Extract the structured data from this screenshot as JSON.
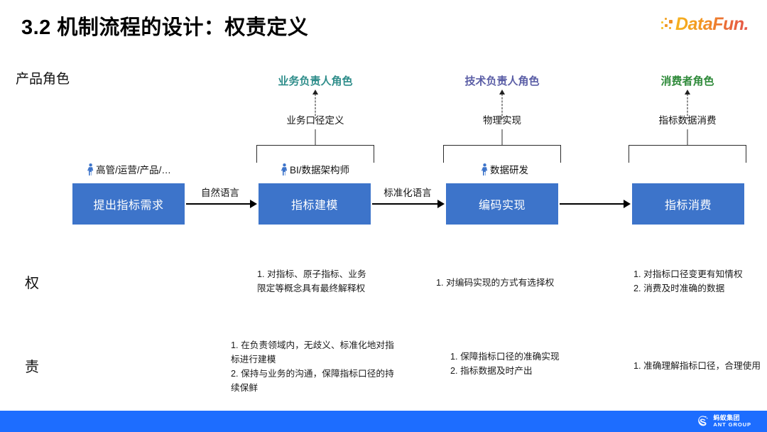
{
  "header": {
    "title": "3.2 机制流程的设计：权责定义",
    "logo_text": "DataFun.",
    "logo_icon": "datafun-dots-icon"
  },
  "row_labels": {
    "product_role": "产品角色",
    "authority": "权",
    "duty": "责"
  },
  "colors": {
    "box_blue": "#3d74ca",
    "footer_blue": "#1d6dff",
    "role_business": "#2e8d8a",
    "role_tech": "#5b5ea6",
    "role_consumer": "#2f8a3a",
    "person_icon": "#3d74ca"
  },
  "roles": [
    {
      "label": "业务负责人角色",
      "color": "#2e8d8a"
    },
    {
      "label": "技术负责人角色",
      "color": "#5b5ea6"
    },
    {
      "label": "消费者角色",
      "color": "#2f8a3a"
    }
  ],
  "connector_labels": [
    "业务口径定义",
    "物理实现",
    "指标数据消费"
  ],
  "persons": [
    "高管/运营/产品/…",
    "BI/数据架构师",
    "数据研发"
  ],
  "process_boxes": [
    "提出指标需求",
    "指标建模",
    "编码实现",
    "指标消费"
  ],
  "flow_labels": [
    "自然语言",
    "标准化语言",
    ""
  ],
  "authority_notes": [
    {
      "column": 2,
      "items": [
        "对指标、原子指标、业务限定等概念具有最终解释权"
      ]
    },
    {
      "column": 3,
      "items": [
        "对编码实现的方式有选择权"
      ]
    },
    {
      "column": 4,
      "items": [
        "对指标口径变更有知情权",
        "消费及时准确的数据"
      ]
    }
  ],
  "duty_notes": [
    {
      "column": 2,
      "items": [
        "在负责领域内，无歧义、标准化地对指标进行建模",
        "保持与业务的沟通，保障指标口径的持续保鲜"
      ]
    },
    {
      "column": 3,
      "items": [
        "保障指标口径的准确实现",
        "指标数据及时产出"
      ]
    },
    {
      "column": 4,
      "items": [
        "准确理解指标口径，合理使用"
      ]
    }
  ],
  "authority_text": {
    "col2": "1. 对指标、原子指标、业务\n限定等概念具有最终解释权",
    "col3": "1. 对编码实现的方式有选择权",
    "col4": "1. 对指标口径变更有知情权\n2. 消费及时准确的数据"
  },
  "duty_text": {
    "col2": "1. 在负责领域内，无歧义、标准化地对指\n   标进行建模\n2. 保持与业务的沟通，保障指标口径的持\n   续保鲜",
    "col3": "1. 保障指标口径的准确实现\n2. 指标数据及时产出",
    "col4": "1. 准确理解指标口径，合理使用"
  },
  "footer": {
    "brand_cn": "蚂蚁集团",
    "brand_en": "ANT GROUP",
    "icon": "ant-group-logo-icon"
  }
}
